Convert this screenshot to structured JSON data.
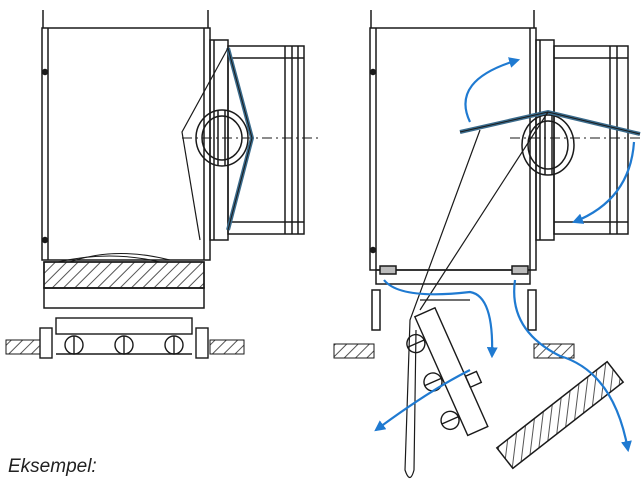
{
  "caption": "Eksempel:",
  "colors": {
    "line": "#1a1a1a",
    "arrow": "#1f7ad1",
    "damper_blade": "#3a6b8c",
    "hatch": "#555555",
    "background": "#ffffff"
  },
  "figures": [
    {
      "name": "closed-state",
      "description_visible": false
    },
    {
      "name": "open-maintenance-state",
      "description_visible": false
    }
  ]
}
